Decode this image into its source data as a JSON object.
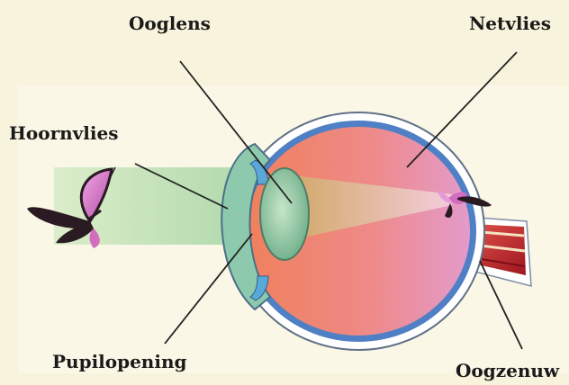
{
  "labels": {
    "ooglens": "Ooglens",
    "netvlies": "Netvlies",
    "hoornvlies": "Hoornvlies",
    "pupilopening": "Pupilopening",
    "oogzenuw": "Oogzenuw"
  },
  "colors": {
    "background": "#f8f3dc",
    "light_beam": "#bfe0b4",
    "eye_interior_left": "#f28a6a",
    "eye_interior_right": "#e59ac6",
    "sclera": "#ffffff",
    "choroid": "#4f7fc4",
    "lens": "#8fc7a3",
    "iris": "#5aa8d8",
    "optic_nerve": "#b8232b",
    "butterfly_dark": "#2a1a22",
    "butterfly_pink": "#d46cc0",
    "pointer_line": "#222222"
  }
}
